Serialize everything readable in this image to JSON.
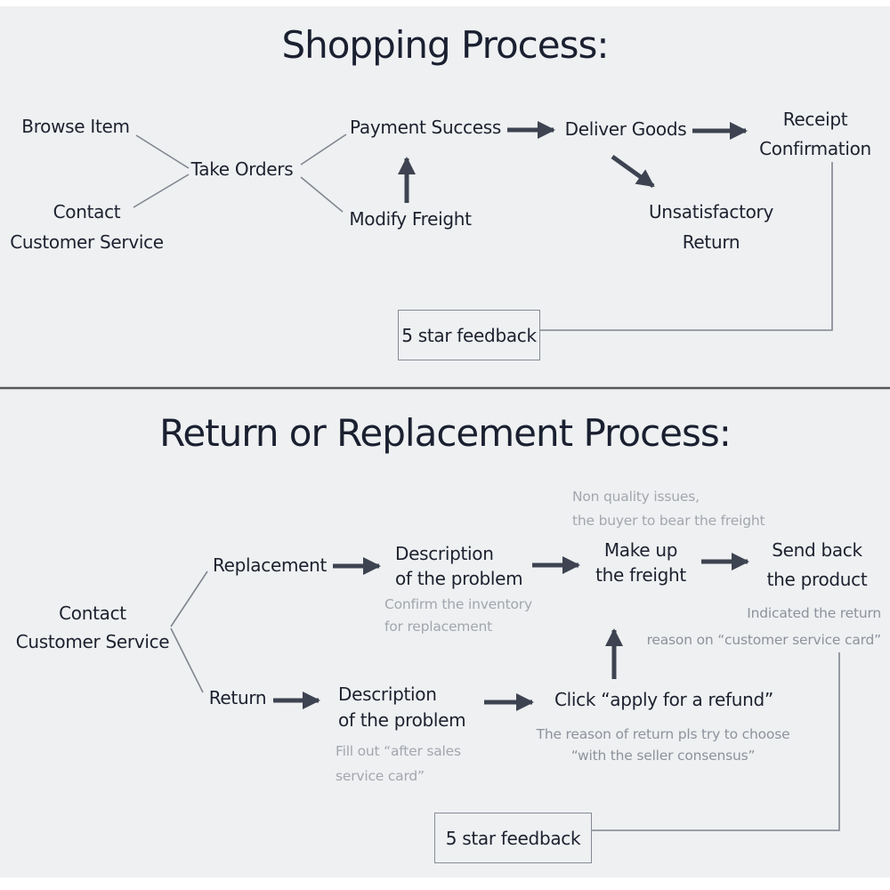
{
  "colors": {
    "background": "#eef0f2",
    "text_dark": "#1d212e",
    "arrow": "#3d4350",
    "thin_line": "#80858e",
    "note_light_gray": "#a3a6ad",
    "note_medium_gray": "#8e929b",
    "divider": "#585858",
    "box_border": "#868b94"
  },
  "shopping_process": {
    "title": "Shopping Process:",
    "nodes": {
      "browse_item": "Browse Item",
      "contact_customer_service": "Contact\nCustomer Service",
      "take_orders": "Take Orders",
      "payment_success": "Payment Success",
      "modify_freight": "Modify Freight",
      "deliver_goods": "Deliver Goods",
      "receipt_confirmation": "Receipt\nConfirmation",
      "unsatisfactory_return": "Unsatisfactory\nReturn",
      "feedback": "5 star feedback"
    }
  },
  "return_process": {
    "title": "Return or Replacement Process:",
    "nodes": {
      "contact_customer_service": "Contact\nCustomer Service",
      "replacement": "Replacement",
      "return": "Return",
      "description_replacement": "Description\nof the problem",
      "make_up_freight": "Make up\nthe freight",
      "send_back_product": "Send back\nthe product",
      "description_return": "Description\nof the problem",
      "click_apply_refund": "Click “apply for a refund”",
      "feedback": "5 star feedback"
    },
    "notes": {
      "non_quality": "Non quality issues,\nthe buyer to bear the freight",
      "confirm_inventory": "Confirm the inventory\nfor replacement",
      "indicated_return": "Indicated the return\nreason on “customer service card”",
      "fill_out": "Fill out “after sales\nservice card”",
      "reason_choose": "The reason of return pls try to choose\n“with the seller consensus”"
    }
  }
}
